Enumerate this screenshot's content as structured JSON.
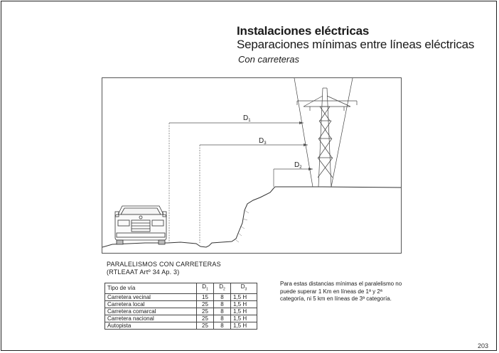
{
  "header": {
    "title": "Instalaciones eléctricas",
    "subtitle": "Separaciones mínimas entre líneas eléctricas",
    "section": "Con carreteras"
  },
  "figure": {
    "label_d1_main": "D",
    "label_d1_sub": "1",
    "label_d3_main": "D",
    "label_d3_sub": "3",
    "label_d2_main": "D",
    "label_d2_sub": "2"
  },
  "caption": {
    "line1": "PARALELISMOS CON CARRETERAS",
    "line2": "(RTLEAAT Artº 34 Ap. 3)"
  },
  "table": {
    "headers": [
      "Tipo de vía",
      "D",
      "D",
      "D"
    ],
    "header_subs": [
      "1",
      "2",
      "3"
    ],
    "rows": [
      [
        "Carretera vecinal",
        "15",
        "8",
        "1,5 H"
      ],
      [
        "Carretera local",
        "25",
        "8",
        "1,5 H"
      ],
      [
        "Carretera comarcal",
        "25",
        "8",
        "1,5 H"
      ],
      [
        "Carretera nacional",
        "25",
        "8",
        "1,5 H"
      ],
      [
        "Autopista",
        "25",
        "8",
        "1,5 H"
      ]
    ]
  },
  "note": {
    "text": "Para estas distancias mínimas el paralelismo no puede superar 1 Km en líneas de 1ª y 2ª categoría, ni 5 km en líneas de 3ª categoría."
  },
  "footer": {
    "page_number": "203"
  }
}
